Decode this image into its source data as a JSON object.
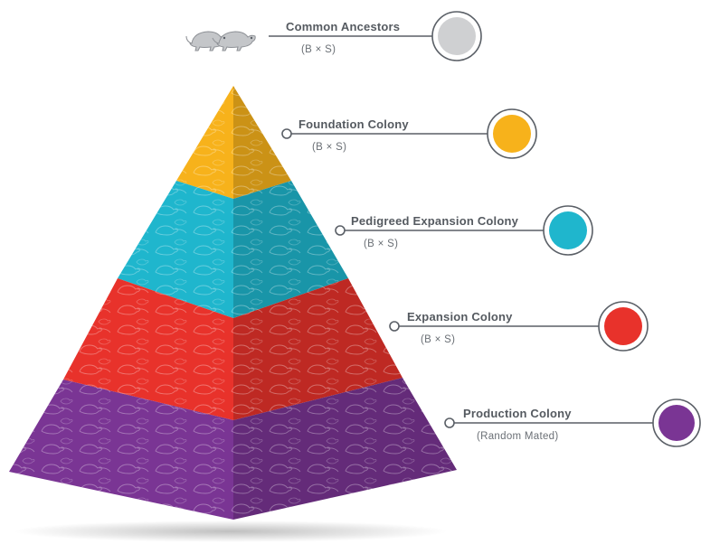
{
  "levels": [
    {
      "title": "Common Ancestors",
      "subtitle": "(B × S)",
      "color": "#cfd0d2",
      "icon": "mice-icon"
    },
    {
      "title": "Foundation Colony",
      "subtitle": "(B × S)",
      "color": "#f7b21b"
    },
    {
      "title": "Pedigreed Expansion Colony",
      "subtitle": "(B × S)",
      "color": "#1fb6cd"
    },
    {
      "title": "Expansion Colony",
      "subtitle": "(B × S)",
      "color": "#e8322b"
    },
    {
      "title": "Production Colony",
      "subtitle": "(Random Mated)",
      "color": "#7a3594"
    }
  ]
}
